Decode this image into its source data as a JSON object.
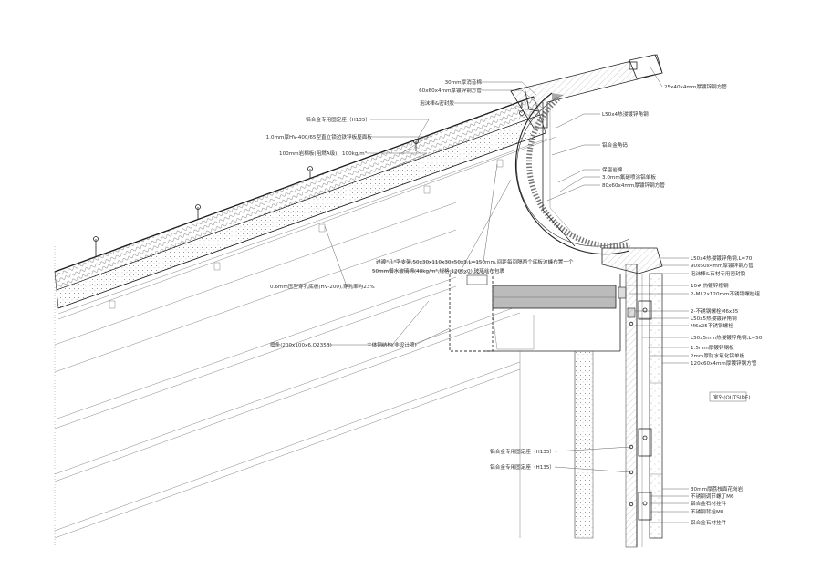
{
  "title_tag": "室外(OUTSIDE)",
  "labels_left": [
    {
      "id": "l1",
      "text": "30mm厚消音棉"
    },
    {
      "id": "l2",
      "text": "60x60x4mm厚镀锌钢方管"
    },
    {
      "id": "l3",
      "text": "泡沫棒&密封胶"
    },
    {
      "id": "l4",
      "text": "铝合金专用固定座（H135）"
    },
    {
      "id": "l5",
      "text": "1.0mm厚HV-400/65型直立锁边铁锌板屋面板"
    },
    {
      "id": "l6",
      "text": "100mm岩棉板(阻燃A级)、100kg/m³"
    },
    {
      "id": "l7",
      "text": "过渡\"几\"字支架,50x30x110x30x50x3,L=150mm,间距每间隔两个底板波峰布置一个"
    },
    {
      "id": "l8",
      "text": "50mm憎水玻璃棉(48kg/m³,规格:1200x0),玻璃丝布包裹"
    },
    {
      "id": "l9",
      "text": "0.6mm压型穿孔底板(HV-200),穿孔率为23%"
    },
    {
      "id": "l10",
      "text": "檩条(200x100x6,Q235B)"
    },
    {
      "id": "l11",
      "text": "主体钢结构(非设计项)"
    },
    {
      "id": "l12",
      "text": "铝合金专用固定座（H135）"
    },
    {
      "id": "l13",
      "text": "铝合金专用固定座（H135）"
    }
  ],
  "labels_right": [
    {
      "id": "r1",
      "text": "25x40x4mm厚镀锌钢方管"
    },
    {
      "id": "r2",
      "text": "L50x4热浸镀锌角钢"
    },
    {
      "id": "r3",
      "text": "铝合金角码"
    },
    {
      "id": "r4",
      "text": "保温岩棉"
    },
    {
      "id": "r5",
      "text": "3.0mm氟碳喷涂铝单板"
    },
    {
      "id": "r6",
      "text": "80x60x4mm厚镀锌钢方管"
    },
    {
      "id": "r7",
      "text": "L50x4热浸镀锌角钢,L=70"
    },
    {
      "id": "r8",
      "text": "90x60x4mm厚镀锌钢方管"
    },
    {
      "id": "r9",
      "text": "泡沫棒&石材专用密封胶"
    },
    {
      "id": "r10",
      "text": "10# 热镀锌槽钢"
    },
    {
      "id": "r11",
      "text": "2-M12x120mm不锈钢螺栓组"
    },
    {
      "id": "r12",
      "text": "2-不锈钢螺栓M6x35"
    },
    {
      "id": "r13",
      "text": "L50x5热浸镀锌角钢"
    },
    {
      "id": "r14",
      "text": "M6x25不锈钢螺栓"
    },
    {
      "id": "r15",
      "text": "L50x5mm热浸镀锌角钢,L=50"
    },
    {
      "id": "r16",
      "text": "1.5mm厚镀锌钢板"
    },
    {
      "id": "r17",
      "text": "2mm厚防水氧化铝单板"
    },
    {
      "id": "r18",
      "text": "120x60x4mm厚镀锌钢方管"
    },
    {
      "id": "r19",
      "text": "30mm厚荔枝面花岗岩"
    },
    {
      "id": "r20",
      "text": "不锈钢调节螺丁M6"
    },
    {
      "id": "r21",
      "text": "铝合金石材挂件"
    },
    {
      "id": "r22",
      "text": "不锈钢背栓M8"
    },
    {
      "id": "r23",
      "text": "铝合金石材挂件"
    }
  ]
}
